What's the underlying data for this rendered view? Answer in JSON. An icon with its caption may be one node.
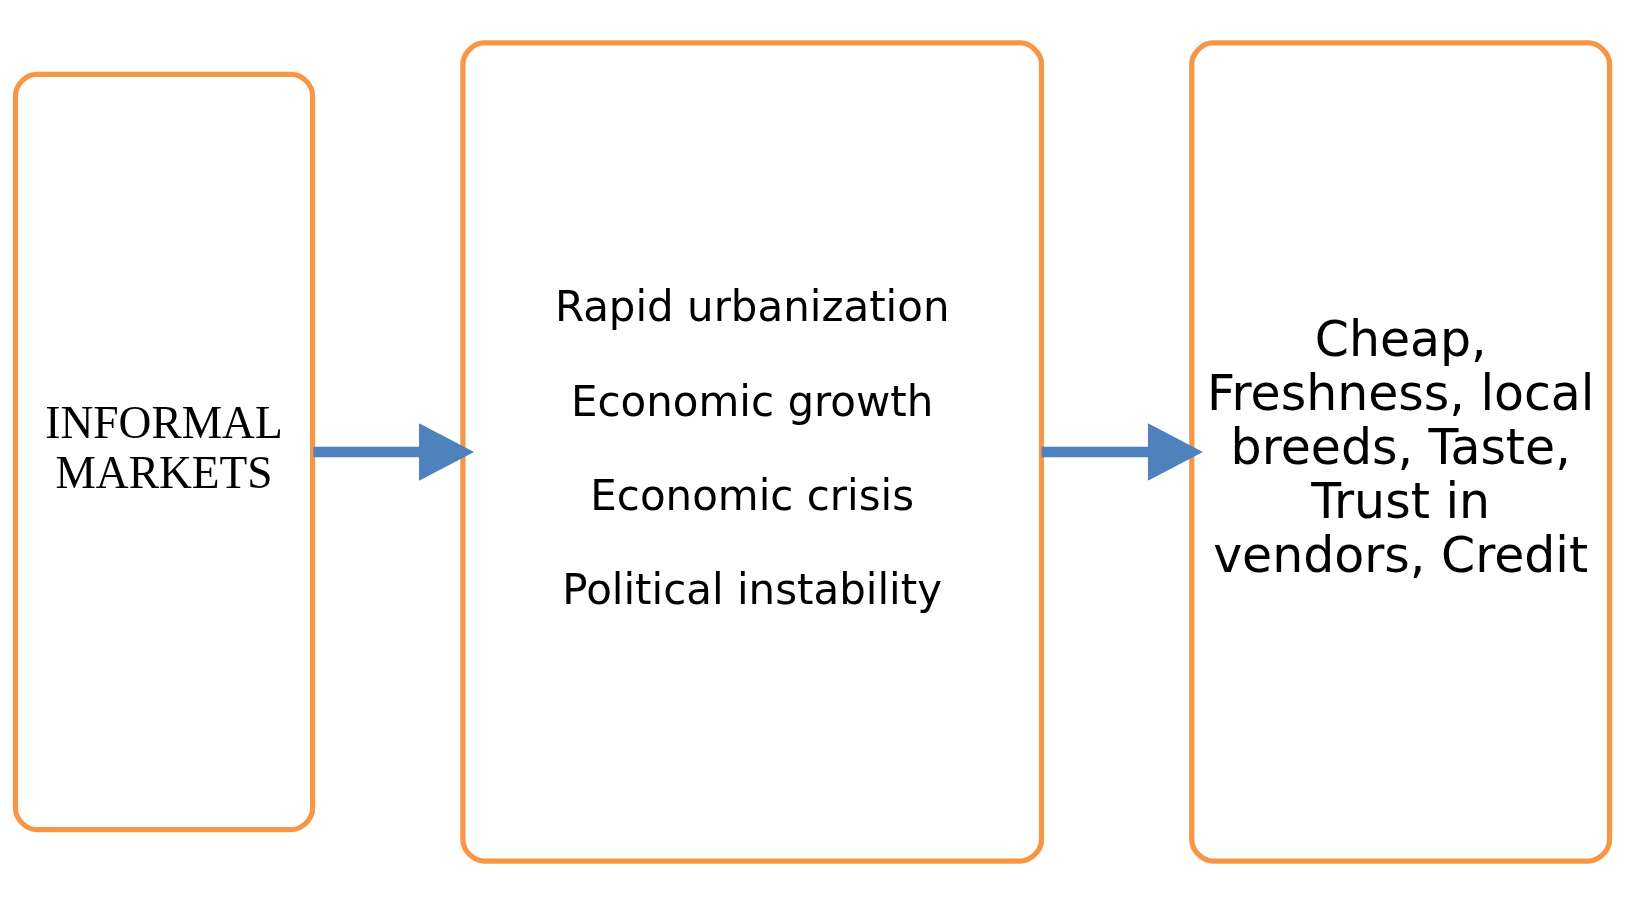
{
  "diagram": {
    "nodes": [
      {
        "text": [
          "INFORMAL MARKETS"
        ]
      },
      {
        "text": [
          "Rapid urbanization",
          "Economic growth",
          "Economic crisis",
          "Political instability"
        ]
      },
      {
        "text": [
          "Cheap, Freshness, local breeds, Taste, Trust in vendors, Credit"
        ]
      }
    ],
    "edges": [
      {
        "from": 0,
        "to": 1,
        "arrow": "to",
        "color": "#4f81bd"
      },
      {
        "from": 1,
        "to": 2,
        "arrow": "to",
        "color": "#4f81bd"
      }
    ]
  }
}
